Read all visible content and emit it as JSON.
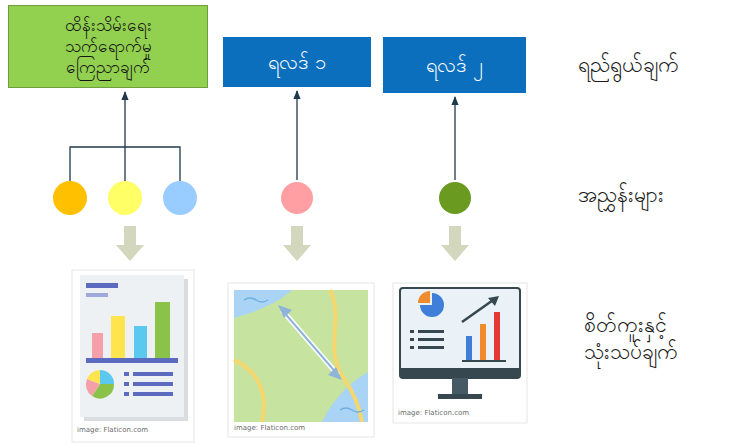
{
  "diagram": {
    "nodes": [
      {
        "text": [
          "ထိန်းသိမ်းရေး သက်ရောက်မှု ကြေညာချက်"
        ]
      },
      {
        "text": [
          "ရလဒ် ၁"
        ]
      },
      {
        "text": [
          "ရလဒ် ၂"
        ]
      }
    ],
    "labels": [
      "ရည်ရွယ်ချက်",
      "အညွှန်းများ",
      "စိတ်ကူးနှင့် သုံးသပ်ချက်",
      "image: Flaticon.com",
      "image: Flaticon.com",
      "image: Flaticon.com"
    ]
  }
}
